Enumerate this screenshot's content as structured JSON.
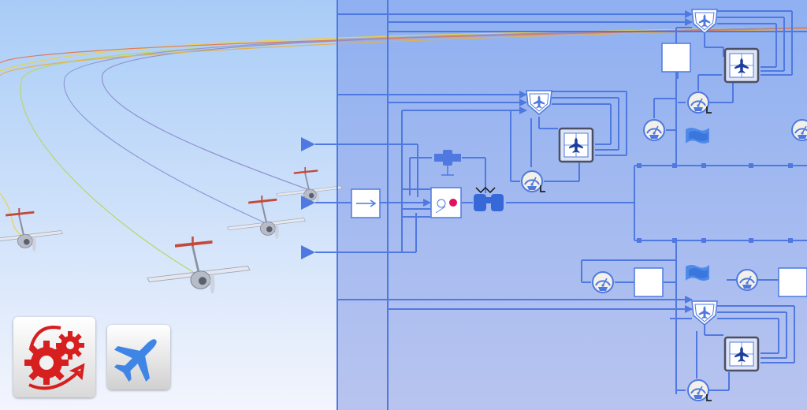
{
  "colors": {
    "sky_top": "#a8ccf7",
    "sky_bottom": "#f3f5fd",
    "diagram_bg": "#93b1f0",
    "wire": "#4f79e0",
    "block_fill": "#ffffff",
    "port_dot": "#e0115f",
    "gear_red": "#d71f1f",
    "plane_blue": "#3f85e6"
  },
  "trajectories": [
    {
      "name": "trajectory-1",
      "color": "#e8d34b"
    },
    {
      "name": "trajectory-2",
      "color": "#b8d66a"
    },
    {
      "name": "trajectory-3",
      "color": "#8f9ad8"
    },
    {
      "name": "trajectory-4",
      "color": "#8f8fd0"
    }
  ],
  "icons": {
    "left_app": "gear-simulation-icon",
    "right_app": "airplane-icon",
    "source_block": "arrow-right-icon",
    "aircraft_block": "airplane-icon",
    "shield_block": "shield-airplane-icon",
    "gauge_block": "gauge-icon",
    "binoculars_block": "binoculars-icon"
  }
}
